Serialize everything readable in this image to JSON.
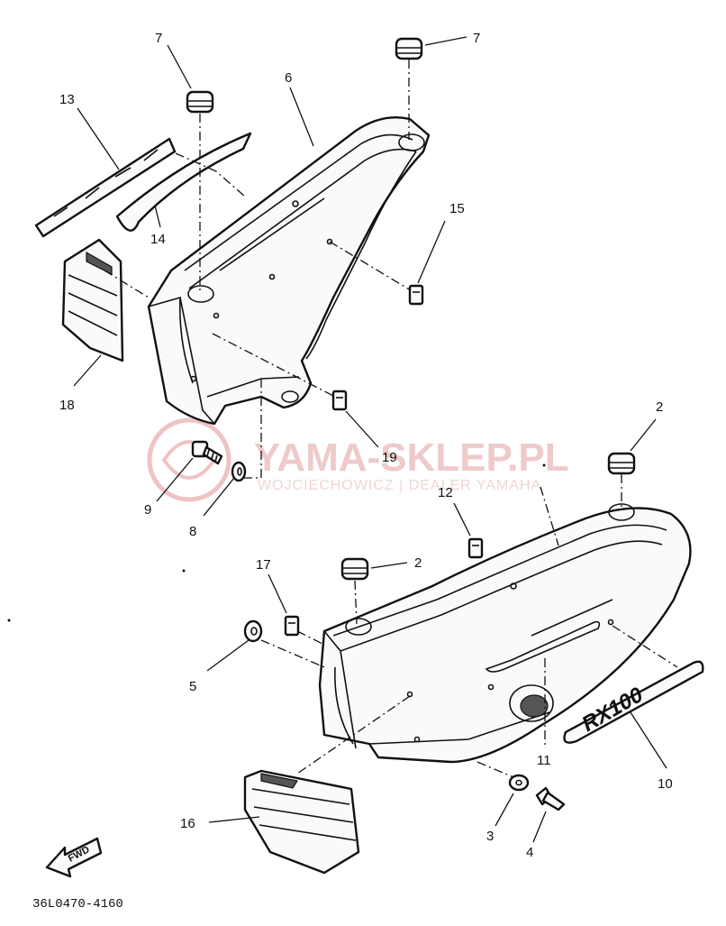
{
  "callouts": [
    "7",
    "7",
    "6",
    "13",
    "14",
    "15",
    "18",
    "19",
    "9",
    "8",
    "2",
    "12",
    "17",
    "2",
    "5",
    "11",
    "10",
    "16",
    "3",
    "4"
  ],
  "emblem_text": "RX100",
  "fwd_text": "FWD",
  "drawing_code": "36L0470-4160",
  "watermark": {
    "title": "YAMA-SKLEP.PL",
    "subtitle": "WOJCIECHOWICZ | DEALER YAMAHA"
  }
}
